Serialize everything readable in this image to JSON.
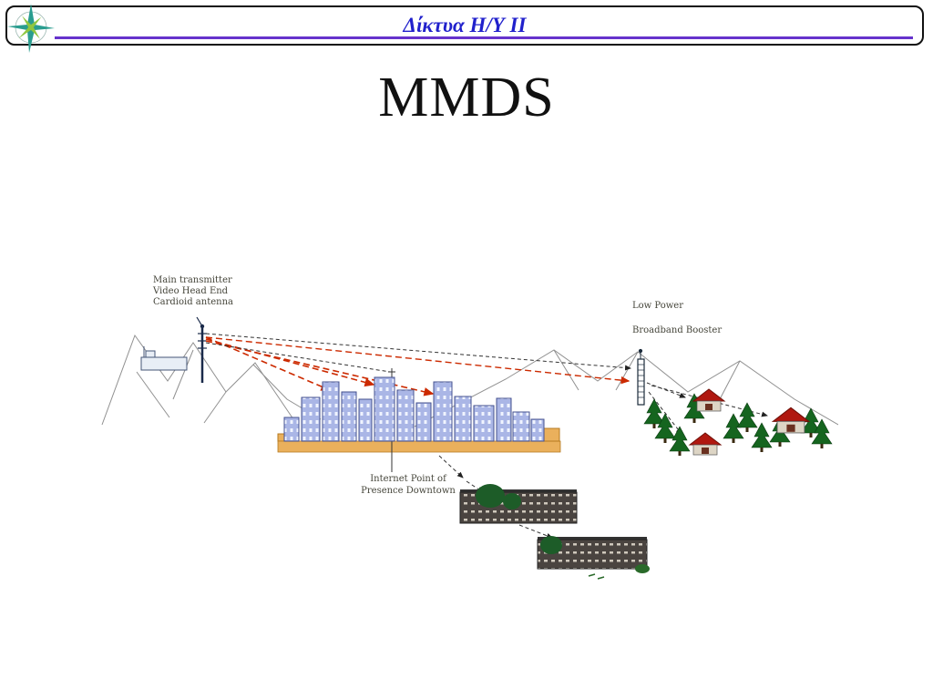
{
  "header": {
    "title": "Δίκτυα Η/Υ ΙΙ"
  },
  "slide": {
    "title": "MMDS"
  },
  "diagram": {
    "transmitter_label": {
      "line1": "Main transmitter",
      "line2": "Video Head End",
      "line3": "Cardioid antenna"
    },
    "booster_label": {
      "line1": "Low Power",
      "line2": "Broadband Booster"
    },
    "pop_label": {
      "line1": "Internet Point of",
      "line2": "Presence Downtown"
    }
  },
  "colors": {
    "header_title": "#2121cc",
    "header_underline": "#6633cc",
    "beam": "#cc2a00",
    "mountain": "#909090",
    "building_fill": "#aab6e6",
    "building_outline": "#44518f",
    "ground": "#eab05c",
    "tree": "#15651f",
    "house_roof": "#b01810",
    "label_text": "#45453a"
  }
}
